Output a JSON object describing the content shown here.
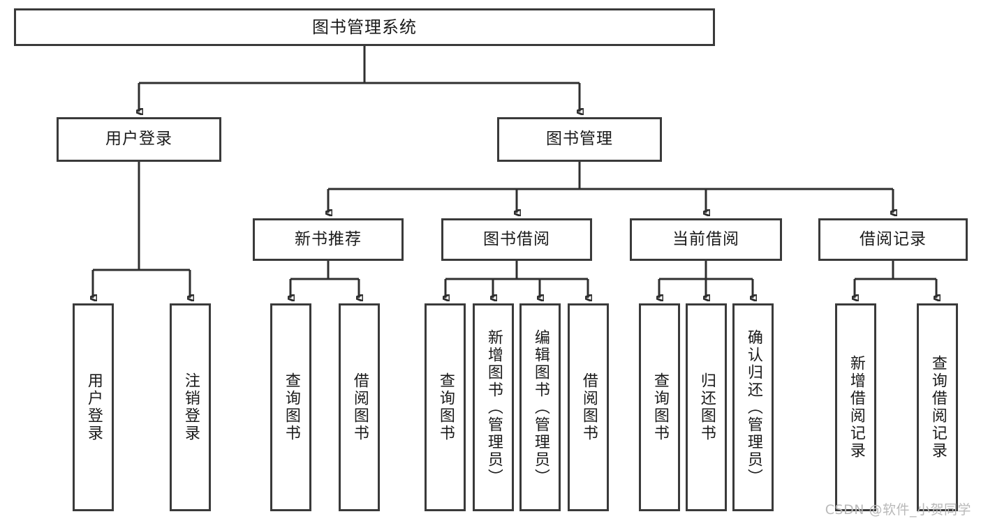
{
  "diagram": {
    "type": "tree",
    "title": "图书管理系统",
    "root": {
      "label": "图书管理系统"
    },
    "level1": [
      {
        "label": "用户登录"
      },
      {
        "label": "图书管理"
      }
    ],
    "level2": [
      {
        "label": "新书推荐"
      },
      {
        "label": "图书借阅"
      },
      {
        "label": "当前借阅"
      },
      {
        "label": "借阅记录"
      }
    ],
    "leaves": {
      "user_login": [
        {
          "label": "用户登录"
        },
        {
          "label": "注销登录"
        }
      ],
      "new_book_recommend": [
        {
          "label": "查询图书"
        },
        {
          "label": "借阅图书"
        }
      ],
      "book_borrow": [
        {
          "label": "查询图书"
        },
        {
          "label": "新增图书（管理员）"
        },
        {
          "label": "编辑图书（管理员）"
        },
        {
          "label": "借阅图书"
        }
      ],
      "current_borrow": [
        {
          "label": "查询图书"
        },
        {
          "label": "归还图书"
        },
        {
          "label": "确认归还（管理员）"
        }
      ],
      "borrow_record": [
        {
          "label": "新增借阅记录"
        },
        {
          "label": "查询借阅记录"
        }
      ]
    }
  },
  "watermark": {
    "text": "CSDN @软件_小贺同学"
  },
  "colors": {
    "border": "#3a3a3a",
    "line": "#2f2f2f",
    "text": "#1a1a1a",
    "background": "#ffffff",
    "watermark": "#b9b9b9"
  }
}
